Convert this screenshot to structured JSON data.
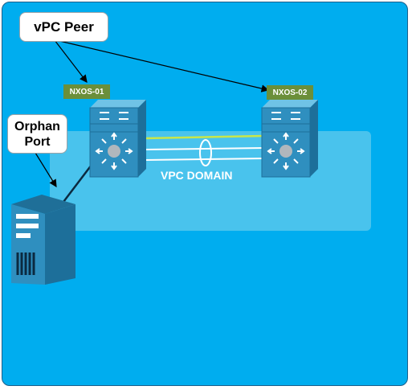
{
  "diagram": {
    "callouts": {
      "vpc_peer": "vPC Peer",
      "orphan_port": "Orphan\nPort"
    },
    "switches": [
      {
        "name": "NXOS-01"
      },
      {
        "name": "NXOS-02"
      }
    ],
    "domain_label": "VPC DOMAIN",
    "colors": {
      "background": "#00adef",
      "domain_band": "#4dc4ec",
      "switch_body": "#2f8fbf",
      "peer_link": "#c8e64a",
      "tag": "#6b8f3a"
    },
    "icons": [
      "switch-icon",
      "server-icon"
    ]
  }
}
